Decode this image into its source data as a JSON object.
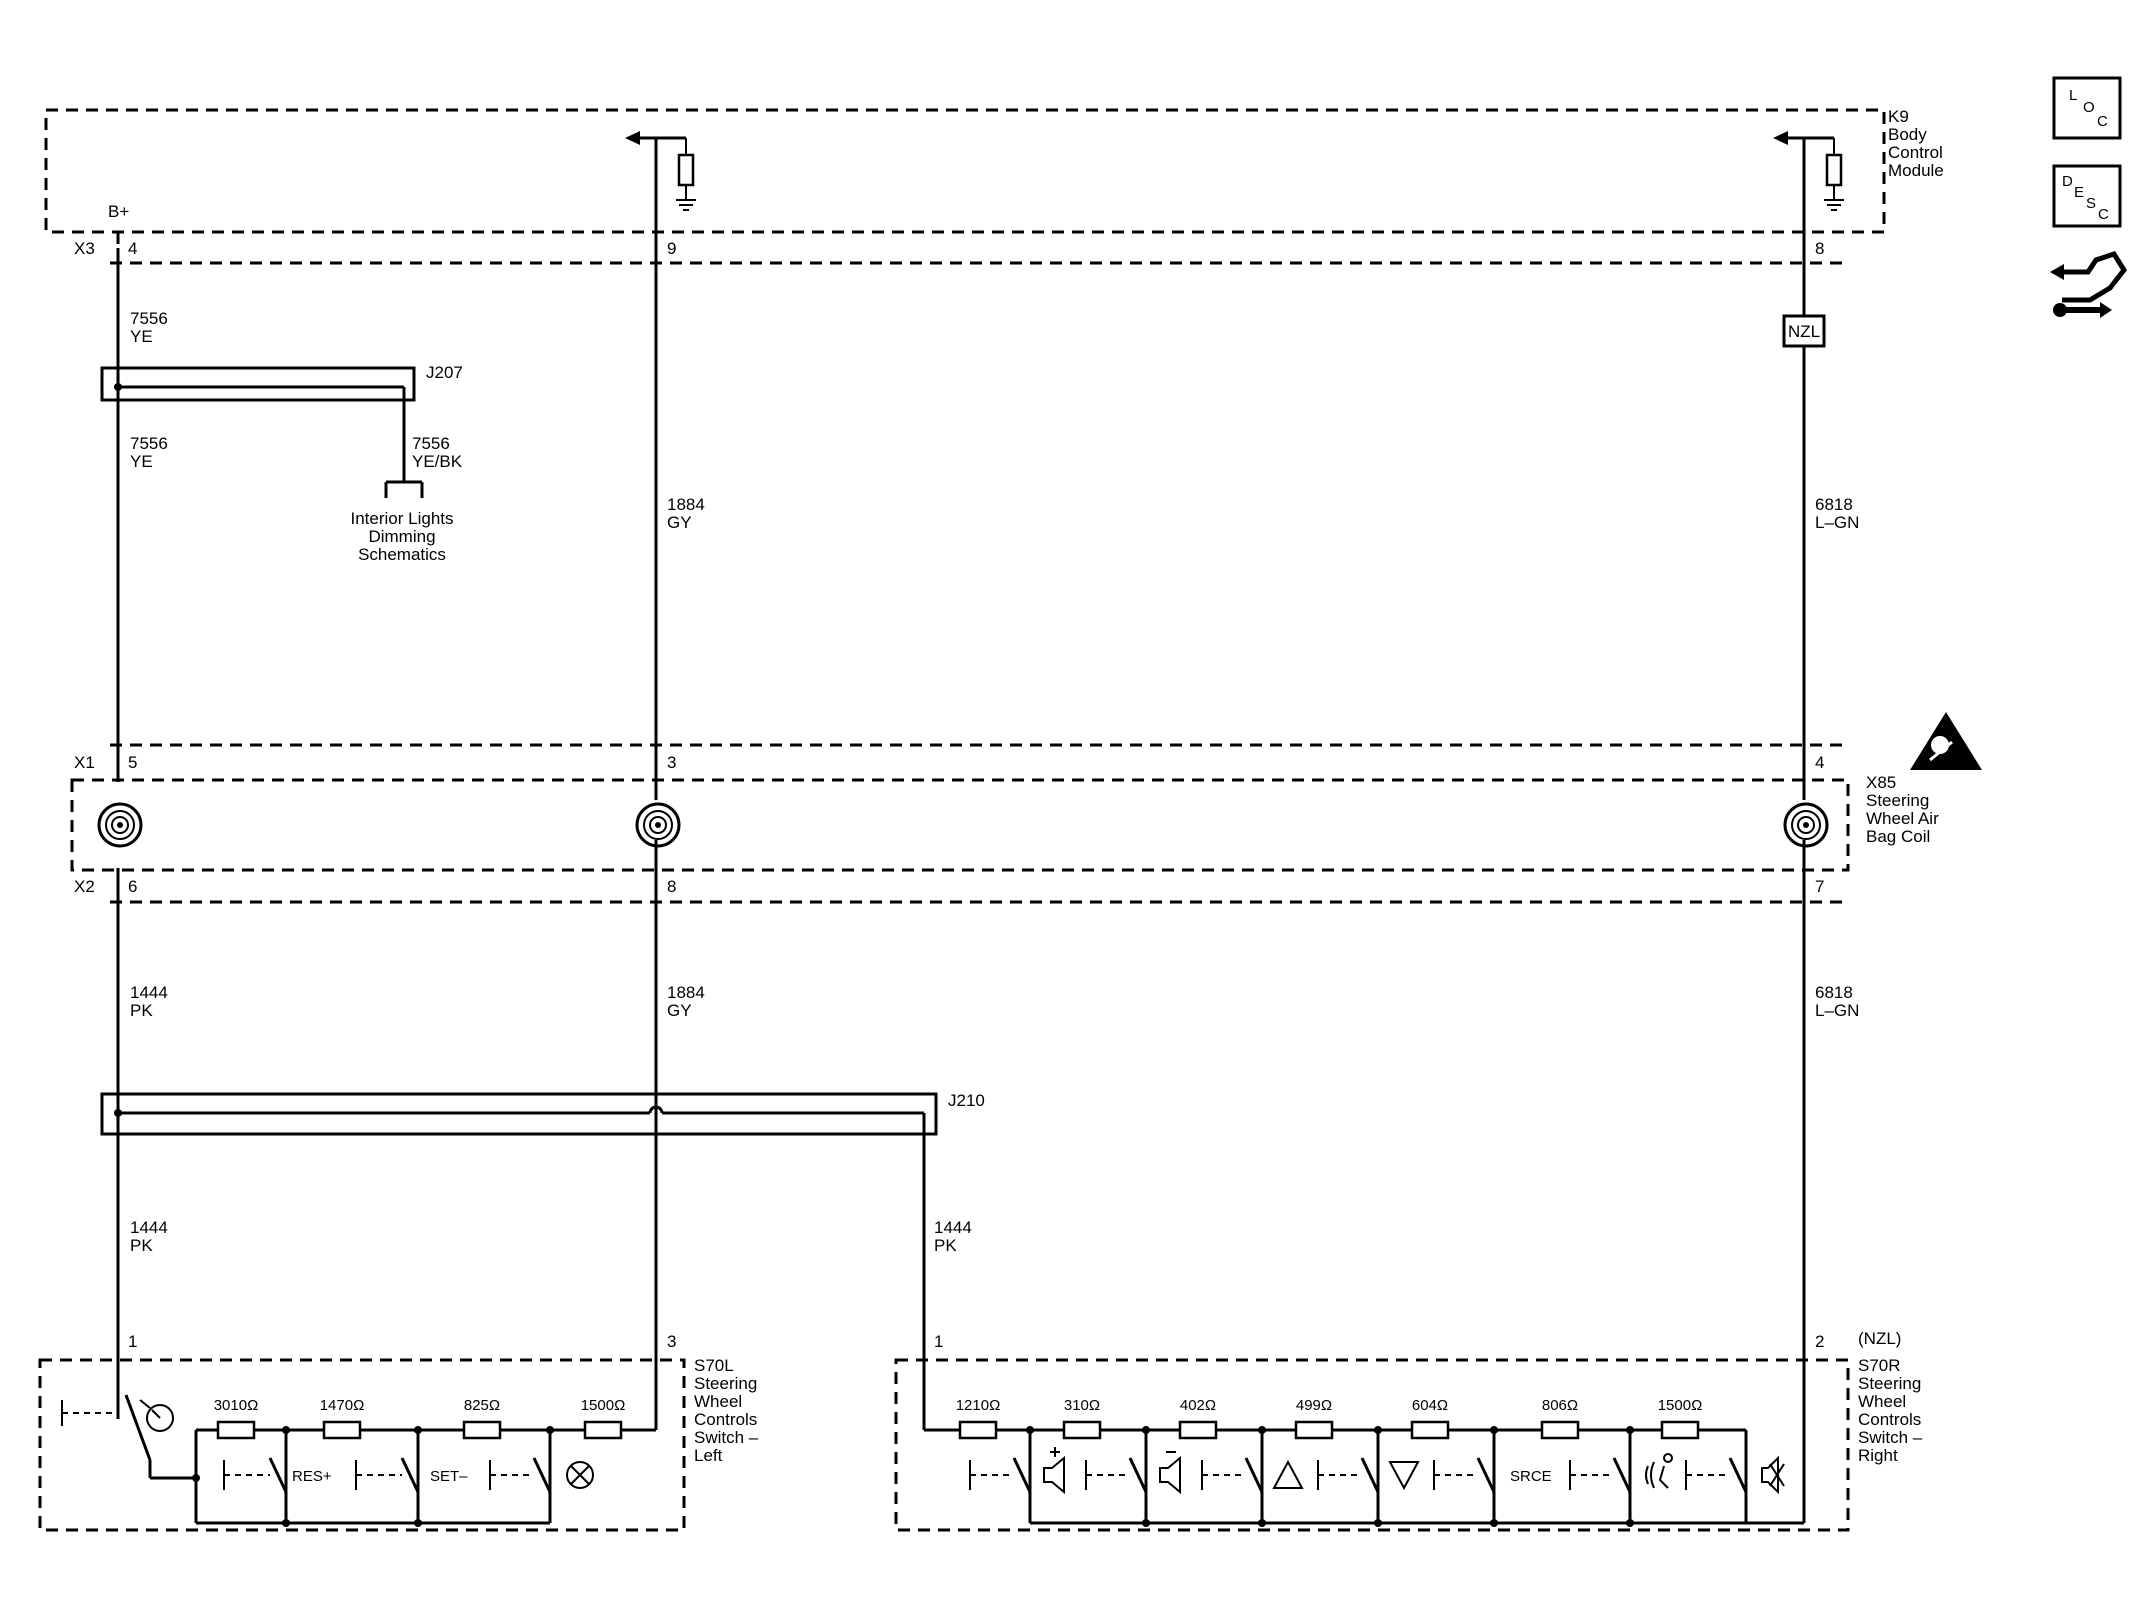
{
  "modules": {
    "bcm": [
      "K9",
      "Body",
      "Control",
      "Module"
    ],
    "airbag_coil": [
      "X85",
      "Steering",
      "Wheel Air",
      "Bag Coil"
    ],
    "switch_left": [
      "S70L",
      "Steering",
      "Wheel",
      "Controls",
      "Switch –",
      "Left"
    ],
    "switch_right": [
      "S70R",
      "Steering",
      "Wheel",
      "Controls",
      "Switch –",
      "Right"
    ],
    "switch_right_option": "(NZL)"
  },
  "connectors": {
    "x3": "X3",
    "x1": "X1",
    "x2": "X2",
    "bplus": "B+",
    "x3_pins": [
      "4",
      "9",
      "8"
    ],
    "x1_pins": [
      "5",
      "3",
      "4"
    ],
    "x2_pins": [
      "6",
      "8",
      "7"
    ],
    "s70l_pins": [
      "1",
      "3"
    ],
    "s70r_pins": [
      "1",
      "2"
    ]
  },
  "splices": {
    "j207": "J207",
    "j210": "J210"
  },
  "option_box": "NZL",
  "interior_lights": [
    "Interior Lights",
    "Dimming",
    "Schematics"
  ],
  "wires": {
    "w7556_a": [
      "7556",
      "YE"
    ],
    "w7556_b": [
      "7556",
      "YE"
    ],
    "w7556_c": [
      "7556",
      "YE/BK"
    ],
    "w1884_a": [
      "1884",
      "GY"
    ],
    "w1884_b": [
      "1884",
      "GY"
    ],
    "w6818_a": [
      "6818",
      "L–GN"
    ],
    "w6818_b": [
      "6818",
      "L–GN"
    ],
    "w1444_a": [
      "1444",
      "PK"
    ],
    "w1444_b": [
      "1444",
      "PK"
    ],
    "w1444_c": [
      "1444",
      "PK"
    ]
  },
  "left_resistors": [
    "3010Ω",
    "1470Ω",
    "825Ω",
    "1500Ω"
  ],
  "left_switch_labels": [
    "RES+",
    "SET–"
  ],
  "right_resistors": [
    "1210Ω",
    "310Ω",
    "402Ω",
    "499Ω",
    "604Ω",
    "806Ω",
    "1500Ω"
  ],
  "right_switch_labels": [
    "SRCE"
  ],
  "side_icons": {
    "loc": [
      "L",
      "O",
      "C"
    ],
    "desc": [
      "D",
      "E",
      "S",
      "C"
    ]
  }
}
